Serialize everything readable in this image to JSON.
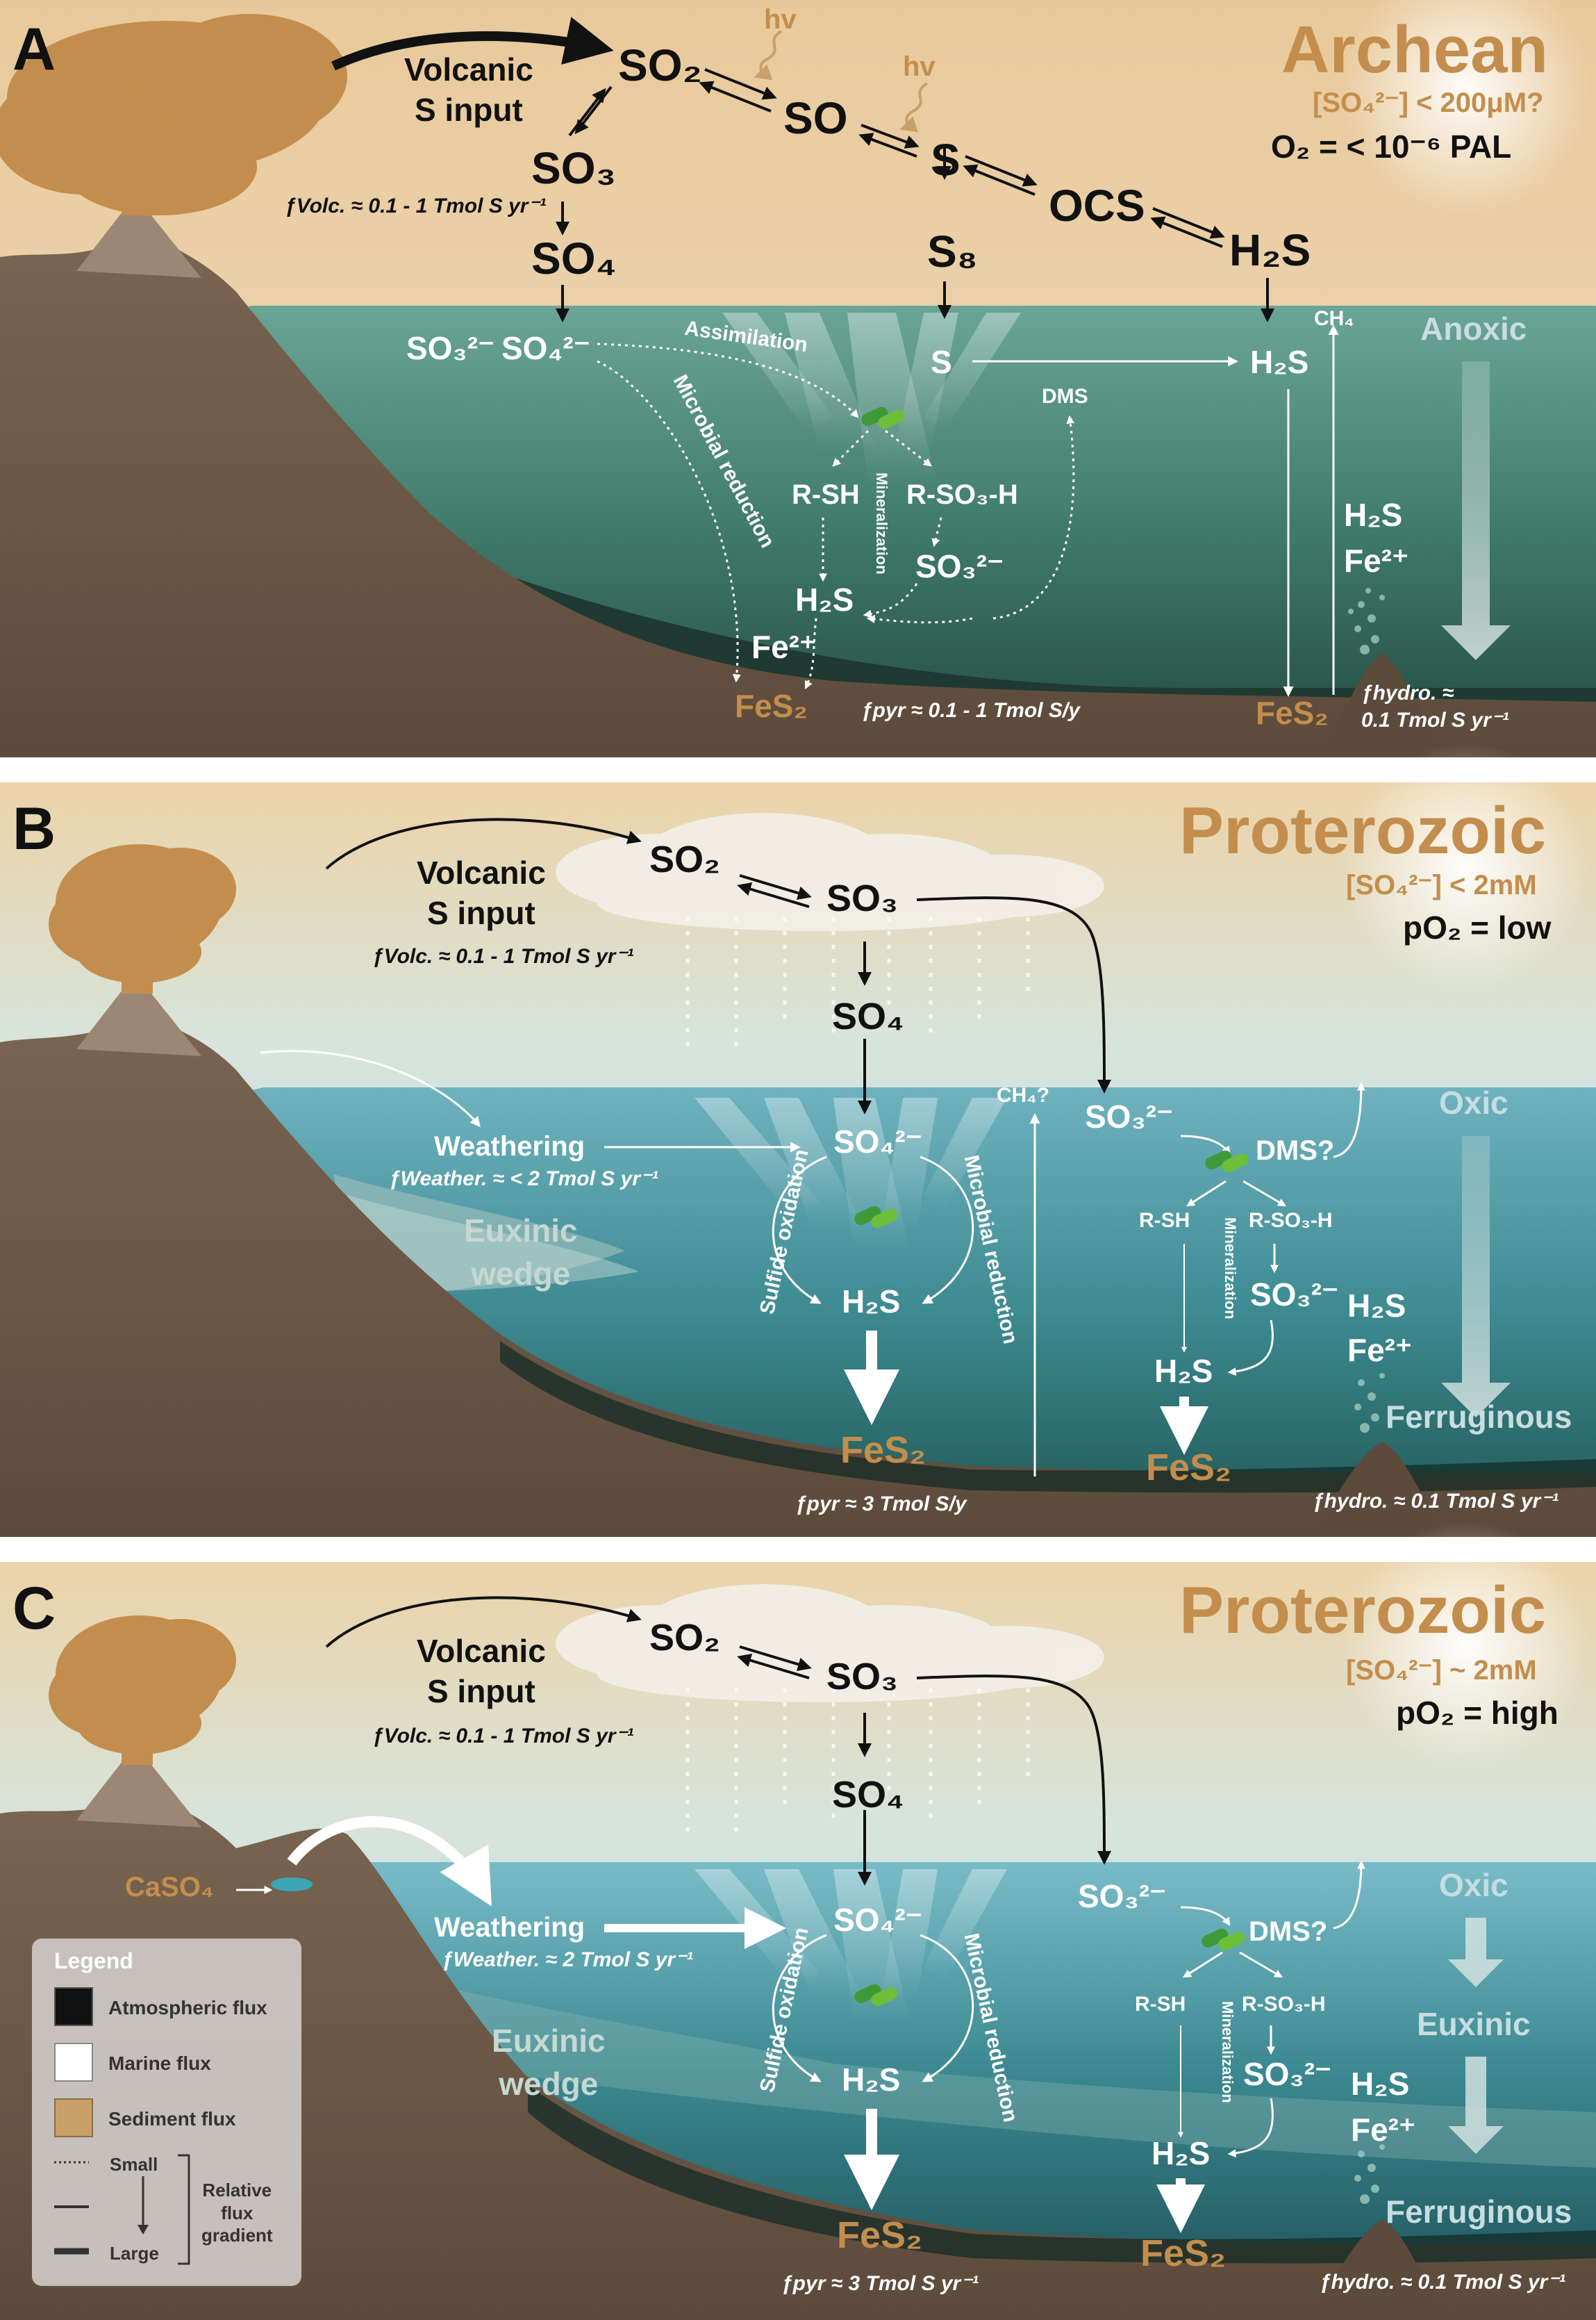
{
  "panels": {
    "a": {
      "letter": "A",
      "era": "Archean",
      "sulfate": "[SO₄²⁻] < 200μM?",
      "oxygen": "O₂ = < 10⁻⁶ PAL",
      "volcanic": "Volcanic\nS input",
      "f_volc": "ƒVolc. ≈ 0.1 - 1 Tmol S yr⁻¹",
      "hv1": "hv",
      "hv2": "hv",
      "so2": "SO₂",
      "so": "SO",
      "s": "S",
      "ocs": "OCS",
      "h2s_atm": "H₂S",
      "so3": "SO₃",
      "so4": "SO₄",
      "s8": "S₈",
      "so3_2": "SO₃²⁻",
      "so4_2": "SO₄²⁻",
      "s_ocean": "S",
      "h2s_ocean": "H₂S",
      "ch4": "CH₄",
      "anoxic": "Anoxic",
      "assimilation": "Assimilation",
      "microbial_reduction": "Microbial reduction",
      "dms": "DMS",
      "rsh": "R-SH",
      "rso3h": "R-SO₃-H",
      "mineralization": "Mineralization",
      "so3_min": "SO₃²⁻",
      "h2s_min": "H₂S",
      "fe2": "Fe²⁺",
      "fes2_left": "FeS₂",
      "f_pyr": "ƒpyr ≈ 0.1 - 1 Tmol S/y",
      "fes2_right": "FeS₂",
      "vent_h2s": "H₂S",
      "vent_fe": "Fe²⁺",
      "f_hydro": "ƒhydro. ≈\n0.1 Tmol S yr⁻¹"
    },
    "b": {
      "letter": "B",
      "era": "Proterozoic",
      "sulfate": "[SO₄²⁻] < 2mM",
      "oxygen": "pO₂ = low",
      "volcanic": "Volcanic\nS input",
      "f_volc": "ƒVolc. ≈ 0.1 - 1 Tmol S yr⁻¹",
      "so2": "SO₂",
      "so3": "SO₃",
      "so4": "SO₄",
      "weathering": "Weathering",
      "f_weather": "ƒWeather. ≈ < 2 Tmol S yr⁻¹",
      "euxinic": "Euxinic\nwedge",
      "so4_2": "SO₄²⁻",
      "h2s": "H₂S",
      "sulfide_oxidation": "Sulfide oxidation",
      "microbial_reduction": "Microbial reduction",
      "fes2": "FeS₂",
      "f_pyr": "ƒpyr ≈ 3 Tmol S/y",
      "ch4": "CH₄?",
      "so3_2": "SO₃²⁻",
      "dms": "DMS?",
      "rsh": "R-SH",
      "rso3h": "R-SO₃-H",
      "mineralization": "Mineralization",
      "so3_min": "SO₃²⁻",
      "h2s_min": "H₂S",
      "fes2_right": "FeS₂",
      "oxic": "Oxic",
      "ferruginous": "Ferruginous",
      "vent_h2s": "H₂S",
      "vent_fe": "Fe²⁺",
      "f_hydro": "ƒhydro. ≈ 0.1 Tmol S yr⁻¹"
    },
    "c": {
      "letter": "C",
      "era": "Proterozoic",
      "sulfate": "[SO₄²⁻] ~ 2mM",
      "oxygen": "pO₂ = high",
      "volcanic": "Volcanic\nS input",
      "f_volc": "ƒVolc. ≈ 0.1 - 1 Tmol S yr⁻¹",
      "so2": "SO₂",
      "so3": "SO₃",
      "so4": "SO₄",
      "caso4": "CaSO₄",
      "weathering": "Weathering",
      "f_weather": "ƒWeather. ≈ 2 Tmol S yr⁻¹",
      "euxinic": "Euxinic\nwedge",
      "so4_2": "SO₄²⁻",
      "h2s": "H₂S",
      "sulfide_oxidation": "Sulfide oxidation",
      "microbial_reduction": "Microbial reduction",
      "fes2": "FeS₂",
      "f_pyr": "ƒpyr ≈ 3 Tmol S yr⁻¹",
      "so3_2": "SO₃²⁻",
      "dms": "DMS?",
      "rsh": "R-SH",
      "rso3h": "R-SO₃-H",
      "mineralization": "Mineralization",
      "so3_min": "SO₃²⁻",
      "h2s_min": "H₂S",
      "fes2_right": "FeS₂",
      "oxic": "Oxic",
      "euxinic_zone": "Euxinic",
      "ferruginous": "Ferruginous",
      "vent_h2s": "H₂S",
      "vent_fe": "Fe²⁺",
      "f_hydro": "ƒhydro. ≈ 0.1 Tmol S yr⁻¹"
    }
  },
  "legend": {
    "title": "Legend",
    "atmospheric": "Atmospheric flux",
    "marine": "Marine flux",
    "sediment": "Sediment flux",
    "small": "Small",
    "large": "Large",
    "gradient": "Relative\nflux\ngradient"
  },
  "colors": {
    "atmospheric": "#111111",
    "marine": "#ffffff",
    "sediment": "#c9a06a",
    "sky_archean": "#ecd3a8",
    "sky_proterozoic": "#b9def0",
    "ocean_archean": "#5f9a8e",
    "ocean_proterozoic": "#3f8f95",
    "rock": "#6e5a48",
    "ash_cloud": "#c38e4d",
    "label_tan": "#c38e4d"
  }
}
